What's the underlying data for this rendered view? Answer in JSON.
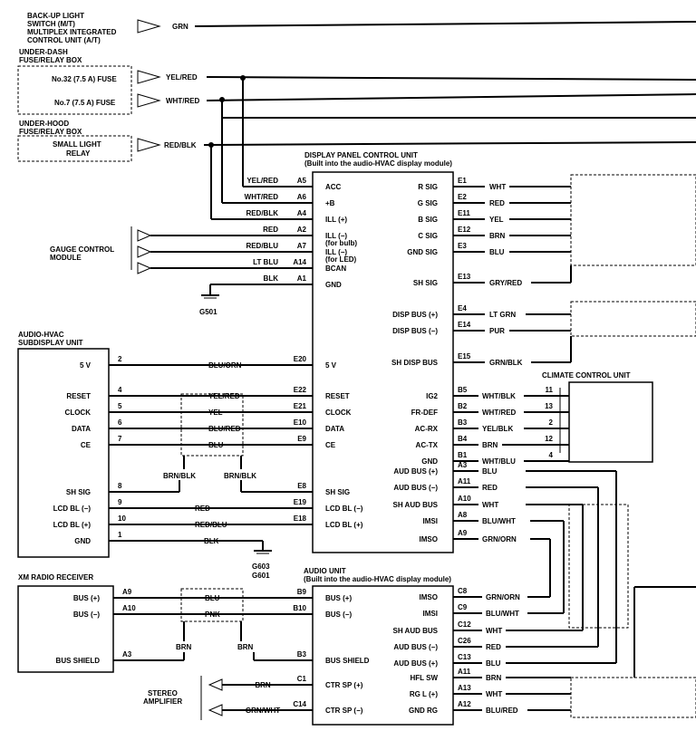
{
  "header_labels": [
    "BACK-UP LIGHT",
    "SWITCH (M/T)",
    "MULTIPLEX INTEGRATED",
    "CONTROL UNIT (A/T)",
    "UNDER-DASH",
    "FUSE/RELAY BOX",
    "No.32 (7.5 A) FUSE",
    "No.7 (7.5 A) FUSE",
    "UNDER-HOOD",
    "FUSE/RELAY BOX",
    "SMALL LIGHT",
    "RELAY"
  ],
  "top_wires": [
    "GRN",
    "YEL/RED",
    "WHT/RED",
    "RED/BLK"
  ],
  "display_unit": {
    "title": [
      "DISPLAY PANEL CONTROL UNIT",
      "(Built into the audio-HVAC display module)"
    ],
    "left_pins": [
      {
        "pin": "A5",
        "wire": "YEL/RED",
        "label": "ACC"
      },
      {
        "pin": "A6",
        "wire": "WHT/RED",
        "label": "+B"
      },
      {
        "pin": "A4",
        "wire": "RED/BLK",
        "label": "ILL (+)"
      },
      {
        "pin": "A2",
        "wire": "RED",
        "label": "ILL (−)",
        "sub": "(for bulb)"
      },
      {
        "pin": "A7",
        "wire": "RED/BLU",
        "label": "ILL (−)",
        "sub": "(for LED)"
      },
      {
        "pin": "A14",
        "wire": "LT BLU",
        "label": "BCAN"
      },
      {
        "pin": "A1",
        "wire": "BLK",
        "label": "GND"
      }
    ],
    "right_pins": [
      {
        "pin": "E1",
        "wire": "WHT",
        "label": "R SIG"
      },
      {
        "pin": "E2",
        "wire": "RED",
        "label": "G SIG"
      },
      {
        "pin": "E11",
        "wire": "YEL",
        "label": "B SIG"
      },
      {
        "pin": "E12",
        "wire": "BRN",
        "label": "C SIG"
      },
      {
        "pin": "E3",
        "wire": "BLU",
        "label": "GND SIG"
      },
      {
        "pin": "E13",
        "wire": "GRY/RED",
        "label": "SH SIG"
      },
      {
        "pin": "E4",
        "wire": "LT GRN",
        "label": "DISP BUS (+)"
      },
      {
        "pin": "E14",
        "wire": "PUR",
        "label": "DISP BUS (−)"
      },
      {
        "pin": "E15",
        "wire": "GRN/BLK",
        "label": "SH DISP BUS"
      }
    ]
  },
  "gauge_label": [
    "GAUGE CONTROL",
    "MODULE"
  ],
  "ground1": "G501",
  "subdisplay": {
    "title": [
      "AUDIO-HVAC",
      "SUBDISPLAY UNIT"
    ],
    "rows": [
      {
        "label": "5 V",
        "pin": "2",
        "wire": "BLU/ORN",
        "epin": "E20",
        "dlabel": "5 V"
      },
      {
        "label": "RESET",
        "pin": "4",
        "wire": "YEL/RED",
        "epin": "E22",
        "dlabel": "RESET"
      },
      {
        "label": "CLOCK",
        "pin": "5",
        "wire": "YEL",
        "epin": "E21",
        "dlabel": "CLOCK"
      },
      {
        "label": "DATA",
        "pin": "6",
        "wire": "BLU/RED",
        "epin": "E10",
        "dlabel": "DATA"
      },
      {
        "label": "CE",
        "pin": "7",
        "wire": "BLU",
        "epin": "E9",
        "dlabel": "CE"
      },
      {
        "label": "SH SIG",
        "pin": "8",
        "wire": "",
        "epin": "E8",
        "dlabel": "SH SIG"
      },
      {
        "label": "LCD BL (−)",
        "pin": "9",
        "wire": "RED",
        "epin": "E19",
        "dlabel": "LCD BL (−)"
      },
      {
        "label": "LCD BL (+)",
        "pin": "10",
        "wire": "RED/BLU",
        "epin": "E18",
        "dlabel": "LCD BL (+)"
      },
      {
        "label": "GND",
        "pin": "1",
        "wire": "BLK",
        "epin": "",
        "dlabel": ""
      }
    ],
    "shield_wires": [
      "BRN/BLK",
      "BRN/BLK"
    ]
  },
  "grounds2": [
    "G603",
    "G601"
  ],
  "display_right_lower": [
    {
      "label": "IG2",
      "pin": "B5",
      "wire": "WHT/BLK",
      "cpin": "11"
    },
    {
      "label": "FR-DEF",
      "pin": "B2",
      "wire": "WHT/RED",
      "cpin": "13"
    },
    {
      "label": "AC-RX",
      "pin": "B3",
      "wire": "YEL/BLK",
      "cpin": "2"
    },
    {
      "label": "AC-TX",
      "pin": "B4",
      "wire": "BRN",
      "cpin": "12"
    },
    {
      "label": "GND",
      "pin": "B1",
      "wire": "WHT/BLU",
      "cpin": "4"
    },
    {
      "label": "AUD BUS (+)",
      "pin": "A3",
      "wire": "BLU",
      "cpin": ""
    },
    {
      "label": "AUD BUS (−)",
      "pin": "A11",
      "wire": "RED",
      "cpin": ""
    },
    {
      "label": "SH AUD BUS",
      "pin": "A10",
      "wire": "WHT",
      "cpin": ""
    },
    {
      "label": "IMSI",
      "pin": "A8",
      "wire": "BLU/WHT",
      "cpin": ""
    },
    {
      "label": "IMSO",
      "pin": "A9",
      "wire": "GRN/ORN",
      "cpin": ""
    }
  ],
  "climate_label": "CLIMATE CONTROL UNIT",
  "xm": {
    "title": "XM RADIO RECEIVER",
    "rows": [
      {
        "label": "BUS (+)",
        "pin": "A9",
        "wire": "BLU",
        "bpin": "B9",
        "alabel": "BUS (+)"
      },
      {
        "label": "BUS (−)",
        "pin": "A10",
        "wire": "PNK",
        "bpin": "B10",
        "alabel": "BUS (−)"
      },
      {
        "label": "BUS SHIELD",
        "pin": "A3",
        "wire": "",
        "bpin": "B3",
        "alabel": "BUS SHIELD"
      }
    ],
    "shield_wires": [
      "BRN",
      "BRN"
    ]
  },
  "audio_unit": {
    "title": [
      "AUDIO UNIT",
      "(Built into the audio-HVAC display module)"
    ],
    "right_pins": [
      {
        "label": "IMSO",
        "pin": "C8",
        "wire": "GRN/ORN"
      },
      {
        "label": "IMSI",
        "pin": "C9",
        "wire": "BLU/WHT"
      },
      {
        "label": "SH AUD BUS",
        "pin": "C12",
        "wire": "WHT"
      },
      {
        "label": "AUD BUS (−)",
        "pin": "C26",
        "wire": "RED"
      },
      {
        "label": "AUD BUS (+)",
        "pin": "C13",
        "wire": "BLU"
      },
      {
        "label": "HFL SW",
        "pin": "A11",
        "wire": "BRN"
      },
      {
        "label": "RG L (+)",
        "pin": "A13",
        "wire": "WHT"
      },
      {
        "label": "GND RG",
        "pin": "A12",
        "wire": "BLU/RED"
      }
    ],
    "left_pins": [
      {
        "label": "CTR SP (+)",
        "pin": "C1",
        "wire": "BRN"
      },
      {
        "label": "CTR SP (−)",
        "pin": "C14",
        "wire": "GRN/WHT"
      }
    ]
  },
  "stereo_label": [
    "STEREO",
    "AMPLIFIER"
  ]
}
